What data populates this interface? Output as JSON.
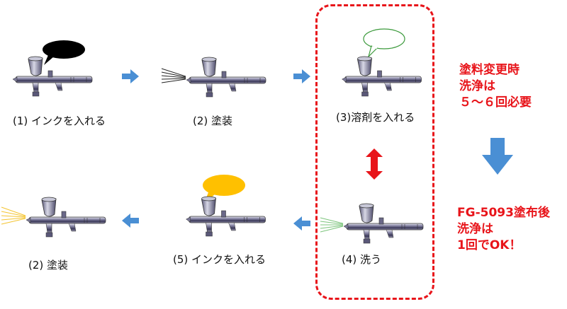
{
  "steps": {
    "step1": {
      "label": "(1) インクを入れる"
    },
    "step2a": {
      "label": "(2) 塗装"
    },
    "step3": {
      "label": "(3)溶剤を入れる"
    },
    "step4": {
      "label": "(4) 洗う"
    },
    "step5": {
      "label": "(5) インクを入れる"
    },
    "step2b": {
      "label": "(2) 塗装"
    }
  },
  "notes": {
    "top": [
      "塗料変更時",
      "洗浄は",
      "５〜６回必要"
    ],
    "bottom": [
      "FG-5093塗布後",
      "洗浄は",
      "1回でOK！"
    ]
  },
  "colors": {
    "accent_red": "#e8141a",
    "arrow_blue": "#4a8fd4",
    "ink_black": "#000000",
    "ink_yellow": "#ffc000",
    "solvent_green": "#3c9a3c"
  }
}
